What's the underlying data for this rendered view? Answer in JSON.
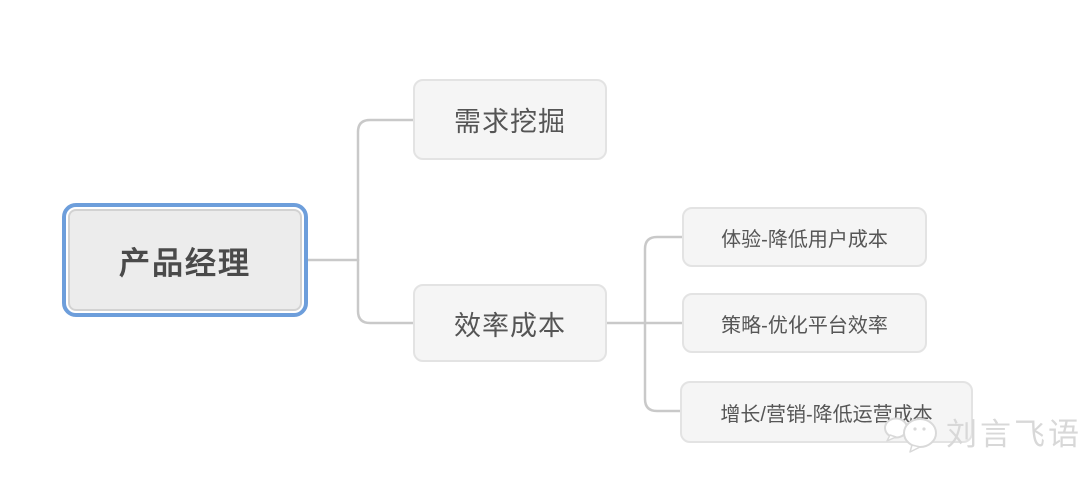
{
  "mindmap": {
    "type": "tree-right-layout",
    "root": {
      "label": "产品经理",
      "selected": true,
      "children": [
        {
          "label": "需求挖掘",
          "children": []
        },
        {
          "label": "效率成本",
          "children": [
            {
              "label": "体验-降低用户成本"
            },
            {
              "label": "策略-优化平台效率"
            },
            {
              "label": "增长/营销-降低运营成本"
            }
          ]
        }
      ]
    }
  },
  "watermark": {
    "text": "刘言飞语",
    "icon": "chat-bubbles-face-icon"
  },
  "colors": {
    "root_selection_border": "#6d9edb",
    "root_fill": "#ececec",
    "node_fill": "#f5f5f5",
    "node_border": "#e3e3e3",
    "connector_line": "#c9c9c9",
    "node_text": "#525252",
    "watermark_text": "#d8d8d8",
    "background": "#ffffff"
  }
}
